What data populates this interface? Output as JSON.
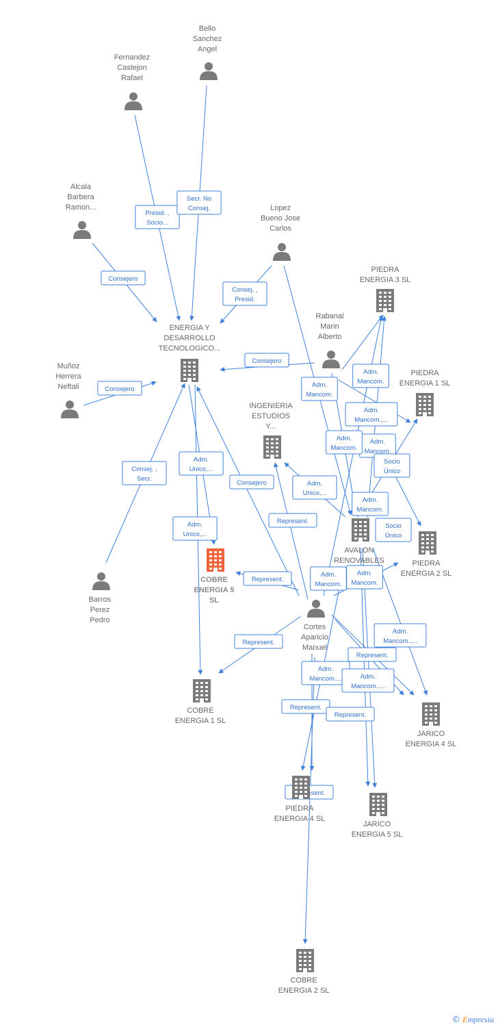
{
  "nodes": [
    {
      "id": "bello",
      "kind": "person",
      "label": [
        "Bello",
        "Sanchez",
        "Angel"
      ]
    },
    {
      "id": "fernandez",
      "kind": "person",
      "label": [
        "Fernandez",
        "Castejon",
        "Rafael"
      ]
    },
    {
      "id": "alcala",
      "kind": "person",
      "label": [
        "Alcala",
        "Barbera",
        "Ramon..."
      ]
    },
    {
      "id": "lopez",
      "kind": "person",
      "label": [
        "Lopez",
        "Bueno Jose",
        "Carlos"
      ]
    },
    {
      "id": "rabanal",
      "kind": "person",
      "label": [
        "Rabanal",
        "Marin",
        "Alberto"
      ]
    },
    {
      "id": "munoz",
      "kind": "person",
      "label": [
        "Muñoz",
        "Herrera",
        "Neftali"
      ]
    },
    {
      "id": "barros",
      "kind": "person",
      "label": [
        "Barros",
        "Perez",
        "Pedro"
      ]
    },
    {
      "id": "cortes",
      "kind": "person",
      "label": [
        "Cortes",
        "Aparicio",
        "Manuel"
      ]
    },
    {
      "id": "energia_dt",
      "kind": "company",
      "label": [
        "ENERGIA Y",
        "DESARROLLO",
        "TECNOLOGICO..."
      ]
    },
    {
      "id": "piedra3",
      "kind": "company",
      "label": [
        "PIEDRA",
        "ENERGIA 3  SL"
      ]
    },
    {
      "id": "piedra1",
      "kind": "company",
      "label": [
        "PIEDRA",
        "ENERGIA 1  SL"
      ]
    },
    {
      "id": "ingenieria",
      "kind": "company",
      "label": [
        "INGENIERIA",
        "ESTUDIOS",
        "Y..."
      ]
    },
    {
      "id": "avalon",
      "kind": "company",
      "label": [
        "AVALON",
        "RENOVABLES"
      ]
    },
    {
      "id": "piedra2",
      "kind": "company",
      "label": [
        "PIEDRA",
        "ENERGIA 2  SL"
      ]
    },
    {
      "id": "cobre5",
      "kind": "company",
      "focus": true,
      "label": [
        "COBRE",
        "ENERGIA 5",
        "SL"
      ]
    },
    {
      "id": "cobre1",
      "kind": "company",
      "label": [
        "COBRE",
        "ENERGIA 1  SL"
      ]
    },
    {
      "id": "jarico4",
      "kind": "company",
      "label": [
        "JARICO",
        "ENERGIA 4  SL"
      ]
    },
    {
      "id": "piedra4",
      "kind": "company",
      "label": [
        "PIEDRA",
        "ENERGIA 4  SL"
      ]
    },
    {
      "id": "jarico5",
      "kind": "company",
      "label": [
        "JARICO",
        "ENERGIA 5  SL"
      ]
    },
    {
      "id": "cobre2",
      "kind": "company",
      "label": [
        "COBRE",
        "ENERGIA 2  SL"
      ]
    }
  ],
  "edges": [
    {
      "from": "fernandez",
      "to": "energia_dt",
      "label": [
        "Presid. ,",
        "Socio..."
      ]
    },
    {
      "from": "bello",
      "to": "energia_dt",
      "label": [
        "Secr.  No",
        "Consej."
      ]
    },
    {
      "from": "alcala",
      "to": "energia_dt",
      "label": [
        "Consejero"
      ]
    },
    {
      "from": "lopez",
      "to": "energia_dt",
      "label": [
        "Consej. ,",
        "Presid."
      ]
    },
    {
      "from": "rabanal",
      "to": "energia_dt",
      "label": [
        "Consejero"
      ]
    },
    {
      "from": "munoz",
      "to": "energia_dt",
      "label": [
        "Consejero"
      ]
    },
    {
      "from": "barros",
      "to": "energia_dt",
      "label": [
        "Consej. ,",
        "Secr."
      ]
    },
    {
      "from": "energia_dt",
      "to": "cobre5",
      "label": [
        "Adm.",
        "Unico,..."
      ]
    },
    {
      "from": "energia_dt",
      "to": "cobre1",
      "label": [
        "Adm.",
        "Unico,..."
      ]
    },
    {
      "from": "cortes",
      "to": "energia_dt",
      "label": [
        "Consejero"
      ]
    },
    {
      "from": "avalon",
      "to": "ingenieria",
      "label": [
        "Adm.",
        "Unico,..."
      ]
    },
    {
      "from": "cortes",
      "to": "ingenieria",
      "label": [
        "Represent."
      ]
    },
    {
      "from": "cortes",
      "to": "cobre5",
      "label": [
        "Represent."
      ]
    },
    {
      "from": "cortes",
      "to": "cobre1",
      "label": [
        "Represent."
      ]
    },
    {
      "from": "rabanal",
      "to": "piedra3",
      "label": [
        "Adm.",
        "Mancom."
      ]
    },
    {
      "from": "rabanal",
      "to": "avalon",
      "label": [
        "Adm.",
        "Mancom."
      ]
    },
    {
      "from": "rabanal",
      "to": "piedra1",
      "label": [
        "Adm.",
        "Mancom.,..."
      ]
    },
    {
      "from": "avalon",
      "to": "piedra1",
      "label": [
        "Adm.",
        "Mancom."
      ]
    },
    {
      "from": "lopez",
      "to": "avalon",
      "label": [
        "Adm.",
        "Mancom."
      ]
    },
    {
      "from": "avalon",
      "to": "piedra2",
      "label": [
        "Socio",
        "Único"
      ]
    },
    {
      "from": "avalon",
      "to": "piedra3",
      "label": [
        "Adm.",
        "Mancom."
      ]
    },
    {
      "from": "avalon",
      "to": "jarico4",
      "label": [
        "Socio",
        "Único"
      ]
    },
    {
      "from": "cortes",
      "to": "piedra3",
      "label": [
        "Adm.",
        "Mancom."
      ]
    },
    {
      "from": "cortes",
      "to": "piedra1",
      "label": [
        "Adm.",
        "Mancom."
      ]
    },
    {
      "from": "cortes",
      "to": "jarico4",
      "label": [
        "Adm.",
        "Mancom.,..."
      ]
    },
    {
      "from": "cortes",
      "to": "jarico5",
      "label": [
        "Represent."
      ]
    },
    {
      "from": "cortes",
      "to": "piedra4",
      "label": [
        "Adm.",
        "Mancom...."
      ]
    },
    {
      "from": "avalon",
      "to": "jarico5",
      "label": [
        "Adm.",
        "Mancom.,..."
      ]
    },
    {
      "from": "cortes",
      "to": "piedra4",
      "label": [
        "Represent."
      ]
    },
    {
      "from": "avalon",
      "to": "piedra4",
      "label": [
        "Represent."
      ]
    },
    {
      "from": "cortes",
      "to": "cobre2",
      "label": [
        "Represent."
      ]
    }
  ],
  "brand": {
    "copyright": "©",
    "initial": "E",
    "rest": "mpresia"
  }
}
